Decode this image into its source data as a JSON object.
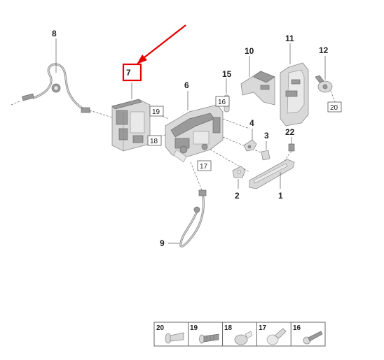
{
  "callouts": [
    {
      "id": "c1",
      "text": "1"
    },
    {
      "id": "c2",
      "text": "2"
    },
    {
      "id": "c3",
      "text": "3"
    },
    {
      "id": "c4",
      "text": "4"
    },
    {
      "id": "c6",
      "text": "6"
    },
    {
      "id": "c7",
      "text": "7"
    },
    {
      "id": "c8",
      "text": "8"
    },
    {
      "id": "c9",
      "text": "9"
    },
    {
      "id": "c10",
      "text": "10"
    },
    {
      "id": "c11",
      "text": "11"
    },
    {
      "id": "c12",
      "text": "12"
    },
    {
      "id": "c15",
      "text": "15"
    },
    {
      "id": "c22",
      "text": "22"
    }
  ],
  "boxed_refs": {
    "r16": "16",
    "r17": "17",
    "r18": "18",
    "r19": "19",
    "r20": "20"
  },
  "highlight": {
    "label": "7",
    "color": "#e60000"
  },
  "legend_strip": [
    {
      "text": "20"
    },
    {
      "text": "19"
    },
    {
      "text": "18"
    },
    {
      "text": "17"
    },
    {
      "text": "16"
    }
  ]
}
